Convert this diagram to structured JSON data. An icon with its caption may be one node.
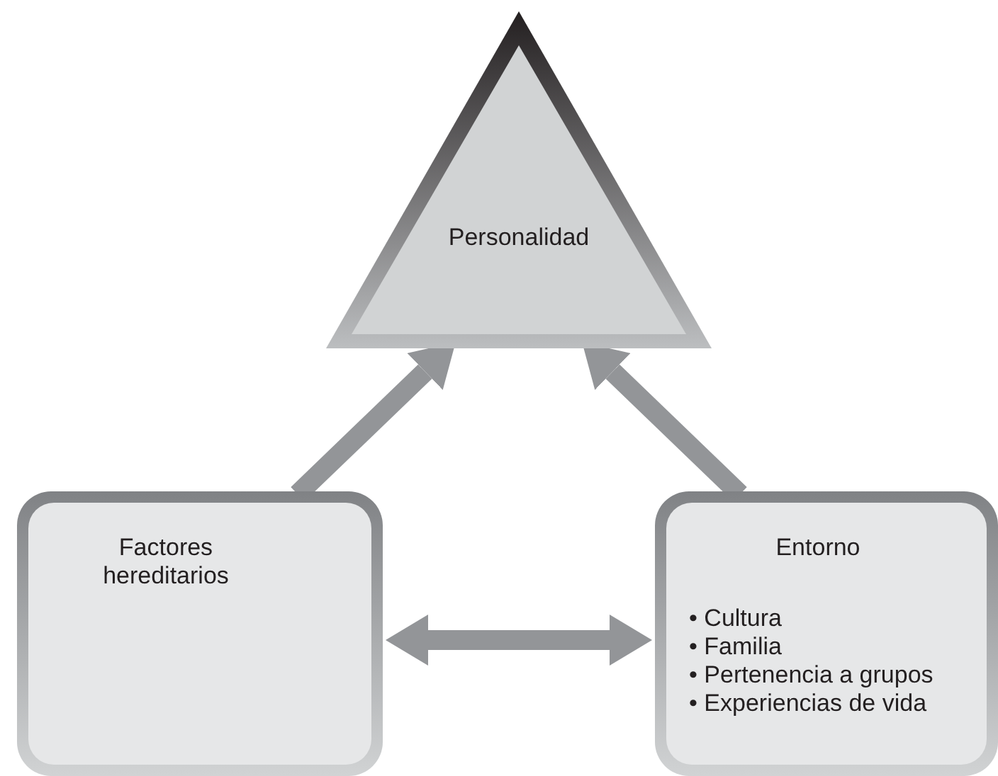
{
  "diagram": {
    "nodes": [
      {
        "text": [
          "Personalidad"
        ]
      },
      {
        "text": [
          "Factores hereditarios"
        ]
      },
      {
        "text": [
          "Entorno",
          "• Cultura",
          "• Familia",
          "• Pertenencia a grupos",
          "• Experiencias de vida"
        ]
      }
    ],
    "edges": [
      {
        "from": 1,
        "to": 0,
        "arrow": "to"
      },
      {
        "from": 2,
        "to": 0,
        "arrow": "to"
      },
      {
        "from": 1,
        "to": 2,
        "arrow": "both"
      }
    ]
  }
}
